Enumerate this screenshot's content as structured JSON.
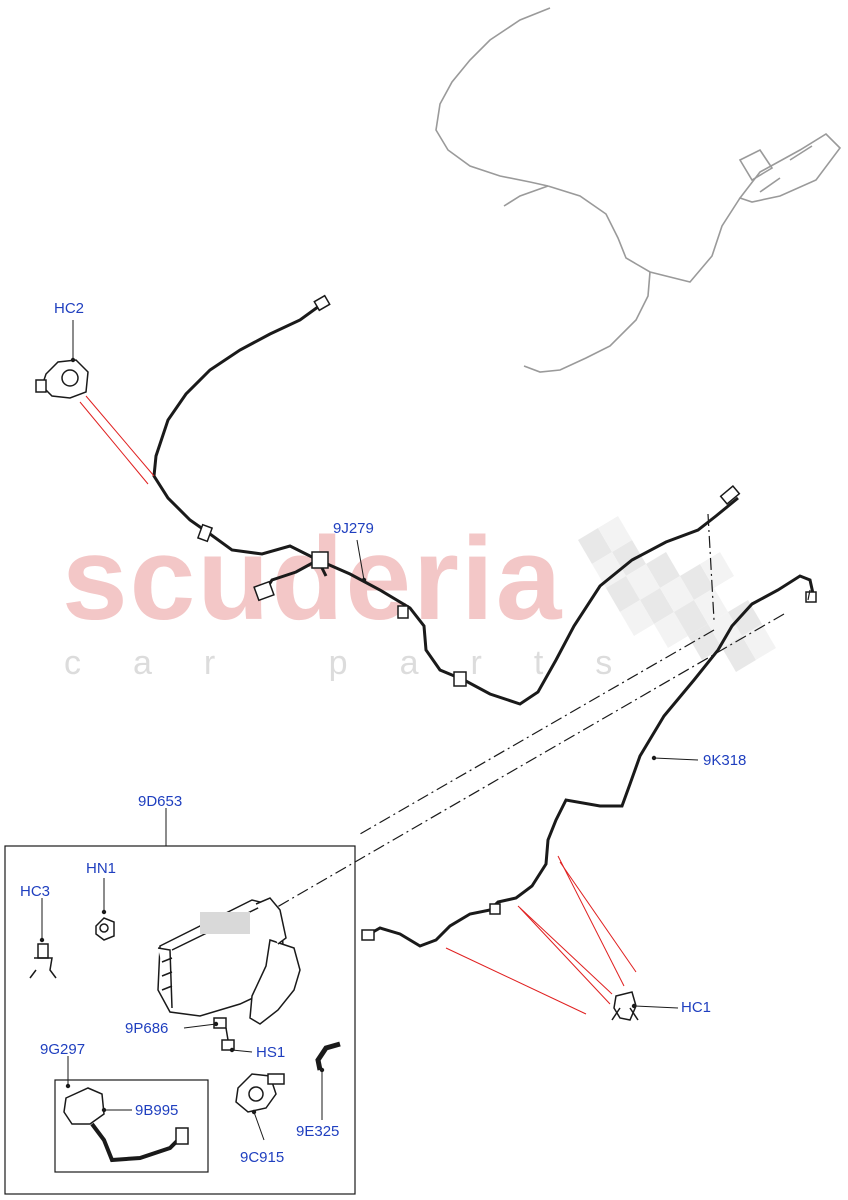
{
  "watermark": {
    "main": "scuderia",
    "sub": "car parts"
  },
  "callouts": {
    "hc2": "HC2",
    "pipe_9j279": "9J279",
    "pipe_9k318": "9K318",
    "kit_9d653": "9D653",
    "hn1": "HN1",
    "hc3": "HC3",
    "p_9p686": "9P686",
    "hs1": "HS1",
    "g_9g297": "9G297",
    "b_9b995": "9B995",
    "c_9c915": "9C915",
    "e_9e325": "9E325",
    "hc1": "HC1"
  },
  "colors": {
    "label": "#1f3fbf",
    "leader": "#000000",
    "red_leader": "#e02020",
    "part": "#1a1a1a",
    "ghost": "#9a9a9a"
  }
}
